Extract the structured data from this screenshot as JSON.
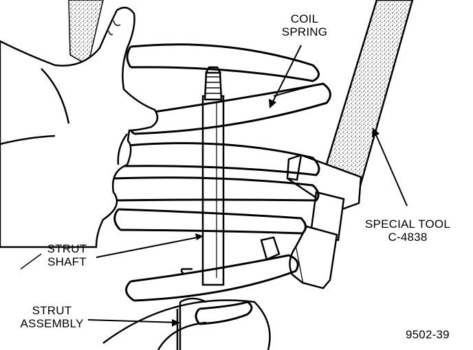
{
  "labels": {
    "coil_spring_line1": "COIL",
    "coil_spring_line2": "SPRING",
    "strut_shaft_line1": "STRUT",
    "strut_shaft_line2": "SHAFT",
    "strut_assembly_line1": "STRUT",
    "strut_assembly_line2": "ASSEMBLY",
    "special_tool_line1": "SPECIAL TOOL",
    "special_tool_line2": "C-4838",
    "figure_id": "9502-39"
  }
}
